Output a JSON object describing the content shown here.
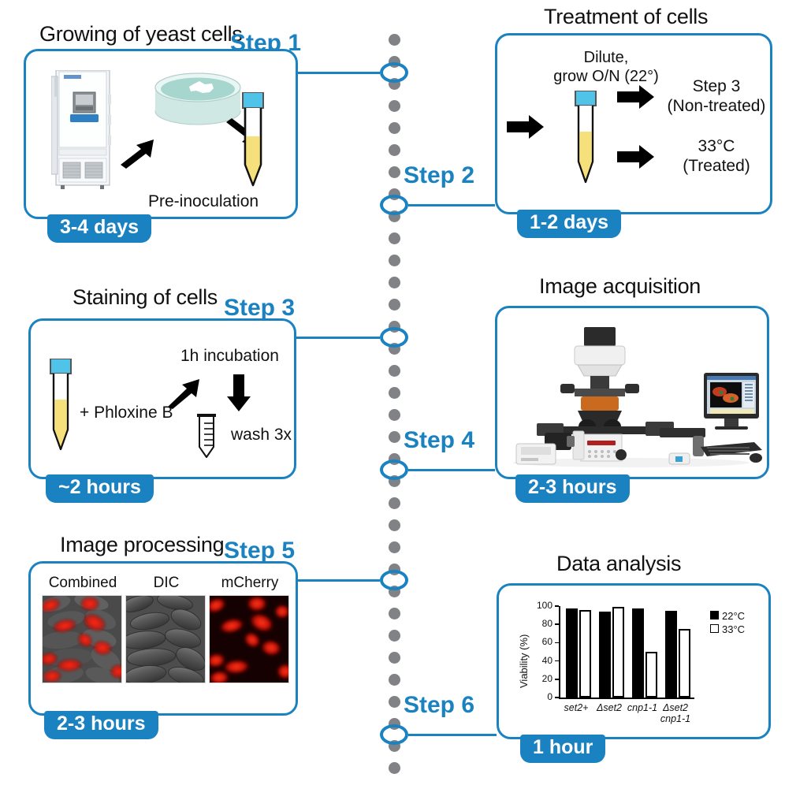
{
  "steps": [
    {
      "label": "Step 1"
    },
    {
      "label": "Step 2"
    },
    {
      "label": "Step 3"
    },
    {
      "label": "Step 4"
    },
    {
      "label": "Step 5"
    },
    {
      "label": "Step 6"
    }
  ],
  "panels": {
    "growing": {
      "title": "Growing of yeast cells",
      "duration": "3-4 days",
      "caption": "Pre-inoculation"
    },
    "treatment": {
      "title": "Treatment of cells",
      "duration": "1-2 days",
      "instruction_line1": "Dilute,",
      "instruction_line2": "grow O/N (22°)",
      "branch1_line1": "Step 3",
      "branch1_line2": "(Non-treated)",
      "branch2_line1": "33°C",
      "branch2_line2": "(Treated)"
    },
    "staining": {
      "title": "Staining of cells",
      "duration": "~2 hours",
      "stain_label": "+ Phloxine B",
      "incubation_label": "1h incubation",
      "wash_label": "wash 3x"
    },
    "acquisition": {
      "title": "Image acquisition",
      "duration": "2-3 hours"
    },
    "processing": {
      "title": "Image processing",
      "duration": "2-3 hours",
      "channels": [
        {
          "label": "Combined"
        },
        {
          "label": "DIC"
        },
        {
          "label": "mCherry"
        }
      ]
    },
    "analysis": {
      "title": "Data analysis",
      "duration": "1 hour"
    }
  },
  "chart_data": {
    "type": "bar",
    "title": "",
    "xlabel": "",
    "ylabel": "Viability (%)",
    "ylim": [
      0,
      100
    ],
    "yticks": [
      0,
      20,
      40,
      60,
      80,
      100
    ],
    "grid": false,
    "legend_position": "top-right",
    "categories": [
      "set2+",
      "Δset2",
      "cnp1-1",
      "Δset2\ncnp1-1"
    ],
    "category_labels": [
      {
        "line1": "set2+",
        "line2": ""
      },
      {
        "line1": "Δset2",
        "line2": ""
      },
      {
        "line1": "cnp1-1",
        "line2": ""
      },
      {
        "line1": "Δset2",
        "line2": "cnp1-1"
      }
    ],
    "series": [
      {
        "name": "22°C",
        "style": "filled",
        "color": "#000000",
        "values": [
          97,
          94,
          97,
          95
        ]
      },
      {
        "name": "33°C",
        "style": "hollow",
        "color": "#ffffff",
        "values": [
          96,
          99,
          50,
          75
        ]
      }
    ]
  },
  "colors": {
    "accent_blue": "#1b82c2",
    "timeline_dot": "#808285",
    "tube_cap": "#4fc3e8",
    "tube_media": "#f5e07c",
    "petri_agar": "#a7d6cf",
    "mcherry_red": "#ee1111"
  }
}
